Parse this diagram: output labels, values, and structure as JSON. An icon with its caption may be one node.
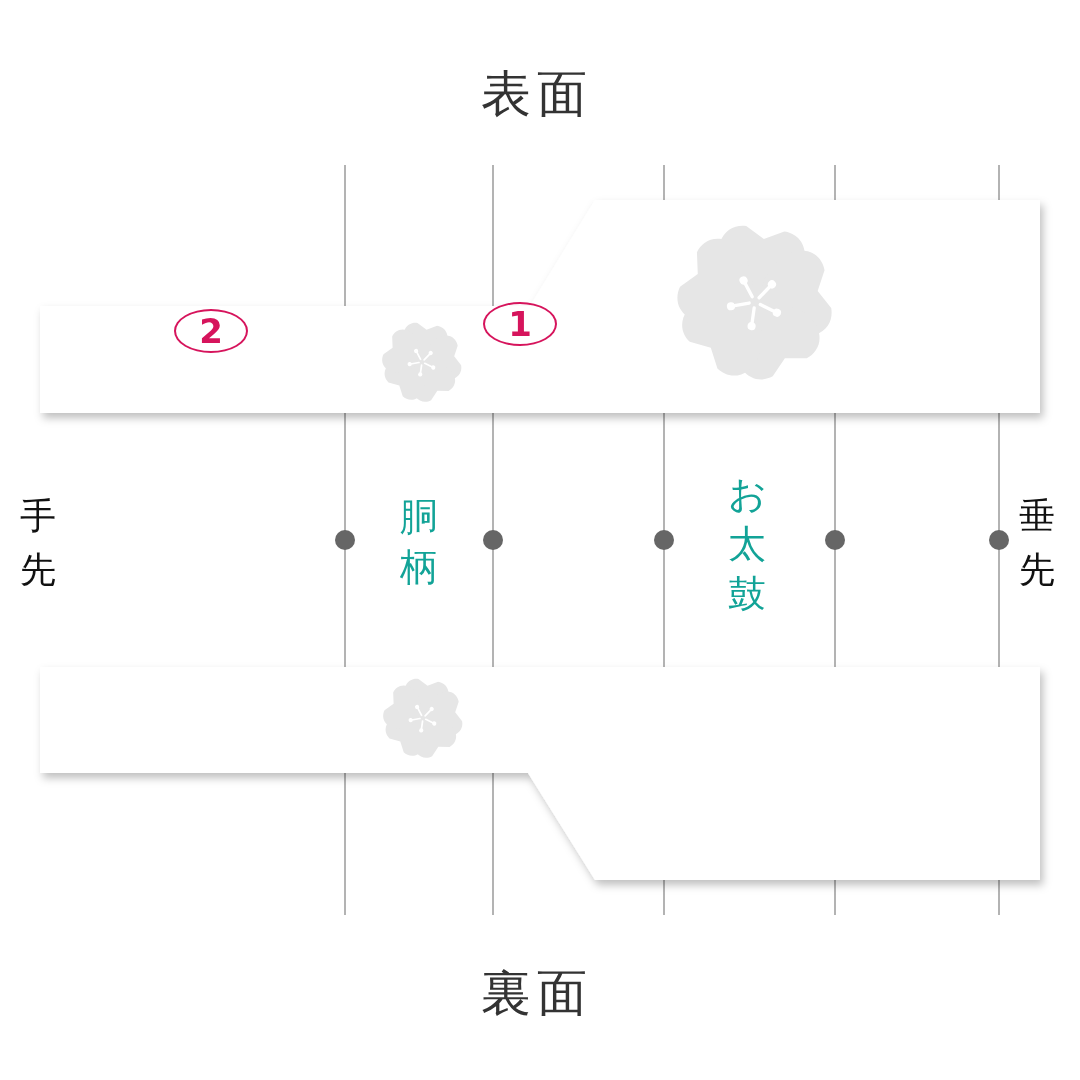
{
  "diagram": {
    "labels": [
      "表面",
      "2",
      "1",
      "手先",
      "胴柄",
      "お太鼓",
      "垂先",
      "裏面"
    ]
  }
}
